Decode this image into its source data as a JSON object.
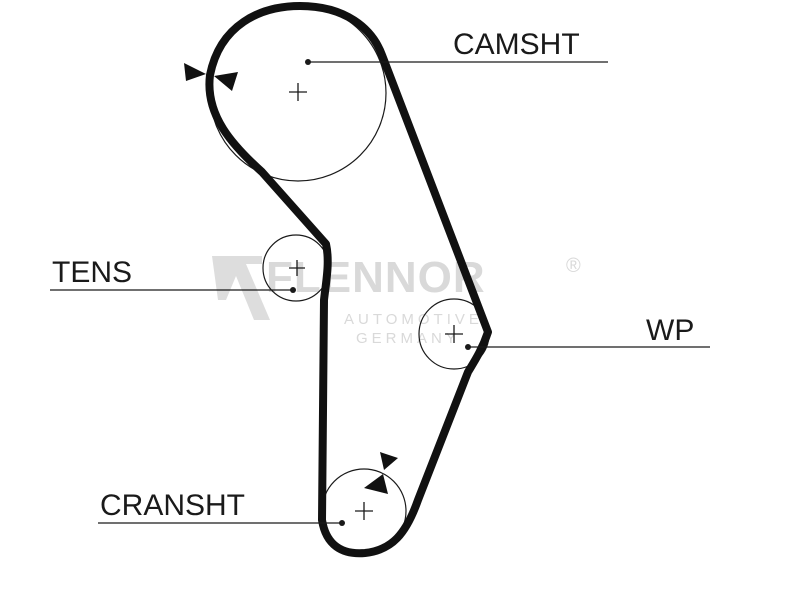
{
  "labels": {
    "camshaft": "CAMSHT",
    "tensioner": "TENS",
    "water_pump": "WP",
    "crankshaft": "CRANSHT"
  },
  "watermark": {
    "brand": "FLENNOR",
    "registered": "®",
    "line1": "AUTOMOTIVE",
    "line2": "GERMANY"
  },
  "colors": {
    "belt": "#111111",
    "line": "#1a1a1a",
    "watermark": "#d9d9d9",
    "background": "#ffffff"
  }
}
